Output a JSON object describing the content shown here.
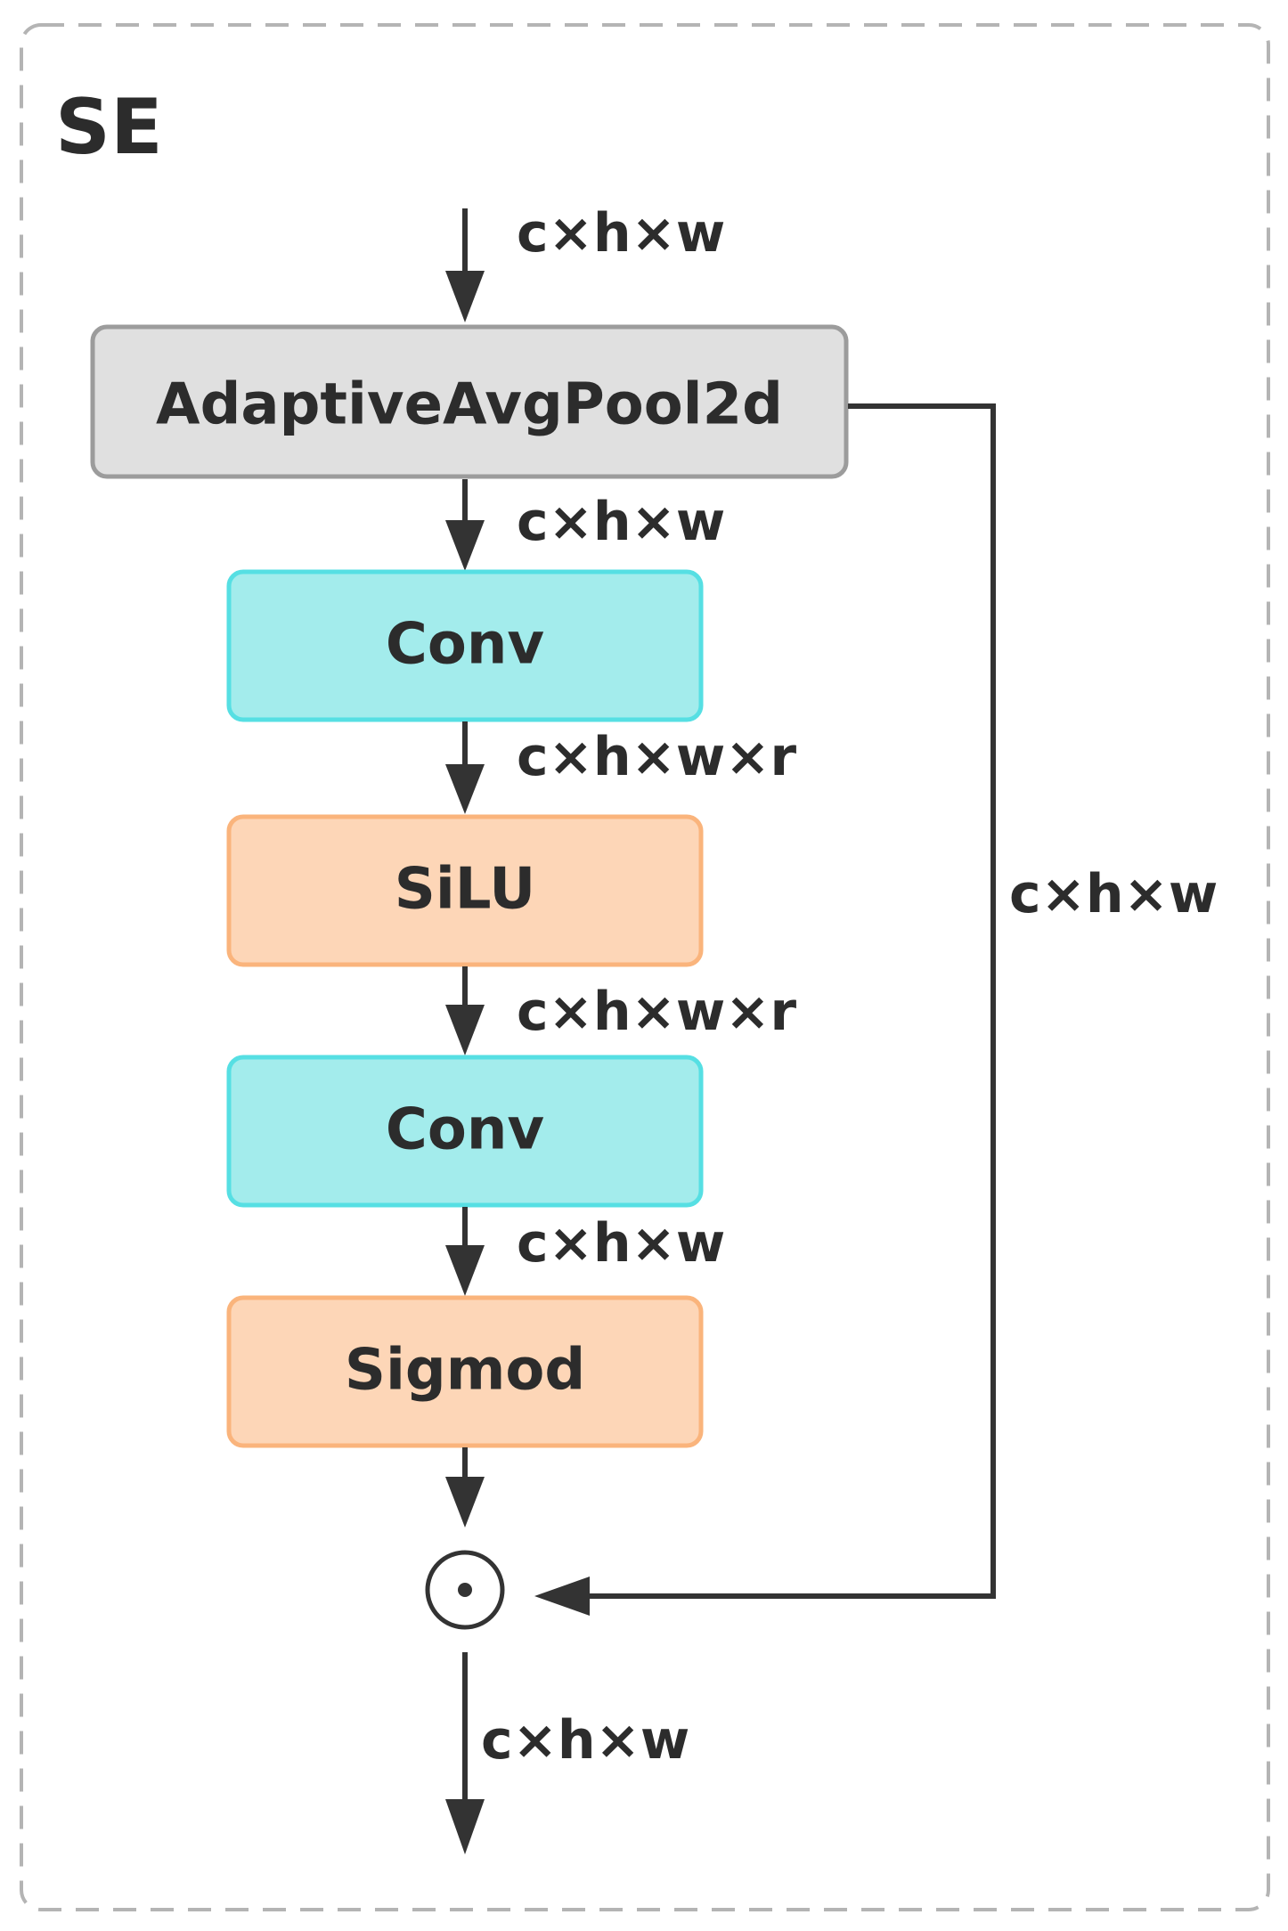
{
  "title": "SE",
  "nodes": [
    {
      "id": "pool",
      "label": "AdaptiveAvgPool2d",
      "color": "#e0e0e0",
      "border": "#9c9c9c"
    },
    {
      "id": "conv1",
      "label": "Conv",
      "color": "#a3ecec",
      "border": "#56dfe3"
    },
    {
      "id": "silu",
      "label": "SiLU",
      "color": "#fdd6b7",
      "border": "#fab47c"
    },
    {
      "id": "conv2",
      "label": "Conv",
      "color": "#a3ecec",
      "border": "#56dfe3"
    },
    {
      "id": "sigmod",
      "label": "Sigmod",
      "color": "#fdd6b7",
      "border": "#fab47c"
    }
  ],
  "operator": {
    "name": "elementwise-multiply-icon",
    "symbol": "⊙"
  },
  "edge_labels": {
    "input": "c×h×w",
    "pool_to_conv1": "c×h×w",
    "conv1_to_silu": "c×h×w×r",
    "silu_to_conv2": "c×h×w×r",
    "conv2_to_sigmod": "c×h×w",
    "skip": "c×h×w",
    "output": "c×h×w"
  },
  "edges": [
    {
      "from": "input",
      "to": "pool"
    },
    {
      "from": "pool",
      "to": "conv1"
    },
    {
      "from": "conv1",
      "to": "silu"
    },
    {
      "from": "silu",
      "to": "conv2"
    },
    {
      "from": "conv2",
      "to": "sigmod"
    },
    {
      "from": "sigmod",
      "to": "multiply"
    },
    {
      "from": "pool",
      "to": "multiply",
      "kind": "skip"
    },
    {
      "from": "multiply",
      "to": "output"
    }
  ]
}
